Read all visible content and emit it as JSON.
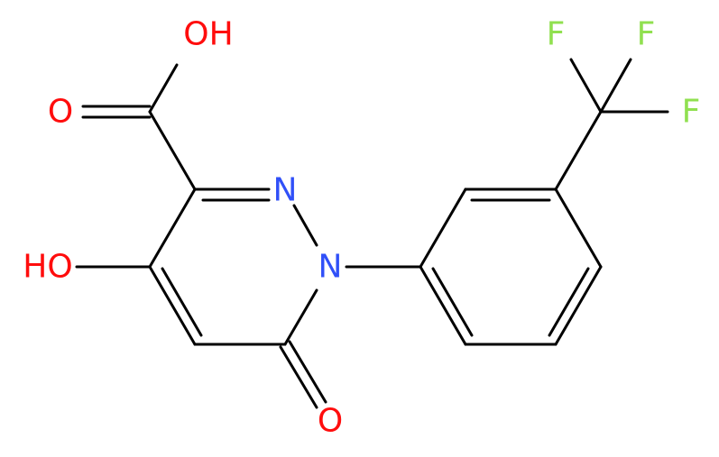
{
  "colors": {
    "bond": "#000000",
    "O": "#ff0d0d",
    "N": "#3050f8",
    "F": "#90e050"
  },
  "atoms": {
    "oh_acid": {
      "text": "OH",
      "element": "O"
    },
    "o_acid": {
      "text": "O",
      "element": "O"
    },
    "n2": {
      "text": "N",
      "element": "N"
    },
    "n1": {
      "text": "N",
      "element": "N"
    },
    "ho_ring": {
      "text": "HO",
      "element": "O"
    },
    "o_keto": {
      "text": "O",
      "element": "O"
    },
    "f1": {
      "text": "F",
      "element": "F"
    },
    "f2": {
      "text": "F",
      "element": "F"
    },
    "f3": {
      "text": "F",
      "element": "F"
    }
  }
}
